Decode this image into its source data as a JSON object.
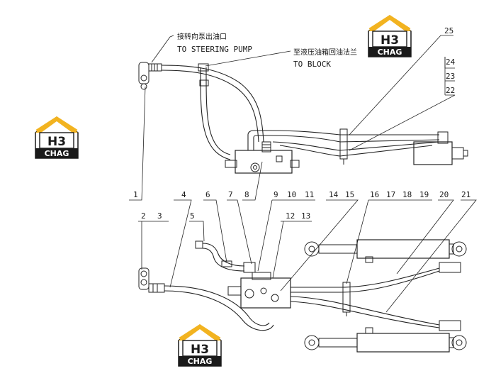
{
  "annotations": {
    "pump_cn": "接转向泵出油口",
    "pump_en": "TO STEERING PUMP",
    "block_cn": "至液压油箱回油法兰",
    "block_en": "TO BLOCK"
  },
  "logo": {
    "letters": "CHAG",
    "mark": "H3",
    "colors": {
      "roof": "#f2b320",
      "body": "#ffffff",
      "text": "#1a1a1a",
      "band": "#1a1a1a"
    }
  },
  "part_numbers": {
    "n1": "1",
    "n2": "2",
    "n3": "3",
    "n4": "4",
    "n5": "5",
    "n6": "6",
    "n7": "7",
    "n8": "8",
    "n9": "9",
    "n10": "10",
    "n11": "11",
    "n12": "12",
    "n13": "13",
    "n14": "14",
    "n15": "15",
    "n16": "16",
    "n17": "17",
    "n18": "18",
    "n19": "19",
    "n20": "20",
    "n21": "21",
    "n22": "22",
    "n23": "23",
    "n24": "24",
    "n25": "25"
  }
}
